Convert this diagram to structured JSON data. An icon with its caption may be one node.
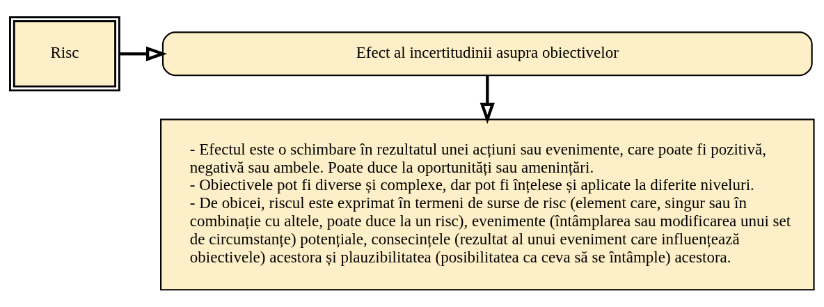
{
  "diagram": {
    "nodes": [
      {
        "text": [
          "Risc"
        ]
      },
      {
        "text": [
          "Efect al incertitudinii asupra obiectivelor"
        ]
      },
      {
        "text": [
          "- Efectul este o schimbare în rezultatul unei acțiuni sau evenimente, care poate fi pozitivă, negativă sau ambele. Poate duce la oportunități sau amenințări.",
          "- Obiectivele pot fi diverse și complexe, dar pot fi înțelese și aplicate la diferite niveluri.",
          "- De obicei, riscul este exprimat în termeni de surse de risc (element care, singur sau în combinație cu altele, poate duce la un risc), evenimente (întâmplarea sau modificarea unui set de circumstanțe) potențiale, consecințele (rezultat al unui eveniment care influențează obiectivele) acestora și plauzibilitatea (posibilitatea ca ceva să se întâmple) acestora."
        ]
      }
    ],
    "edges": [
      {
        "from": 0,
        "to": 1,
        "arrow": "to"
      },
      {
        "from": 1,
        "to": 2,
        "arrow": "to"
      }
    ]
  }
}
